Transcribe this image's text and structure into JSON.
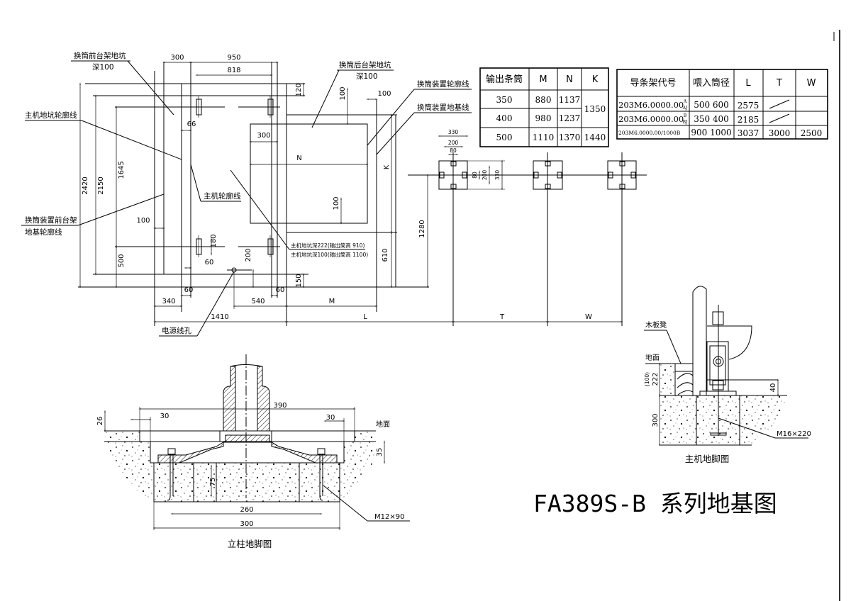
{
  "title": "FA389S-B 系列地基图",
  "plan": {
    "labels": {
      "front_pit": "换筒前台架地坑",
      "front_pit_depth": "深100",
      "rear_pit": "换筒后台架地坑",
      "rear_pit_depth": "深100",
      "changer_outline": "换筒装置轮廓线",
      "changer_foundation": "换筒装置地基线",
      "main_pit_outline": "主机地坑轮廓线",
      "main_outline": "主机轮廓线",
      "front_frame_1": "换筒装置前台架",
      "front_frame_2": "地基轮廓线",
      "pit_depth_222": "主机地坑深222(输出筒高 910)",
      "pit_depth_100": "主机地坑深100(输出筒高 1100)",
      "power_hole": "电源线孔"
    },
    "dims": {
      "d300_top": "300",
      "d950": "950",
      "d818": "818",
      "d120": "120",
      "d100_a": "100",
      "d100_b": "100",
      "d66": "66",
      "d300_inner": "300",
      "N": "N",
      "K": "K",
      "d2420": "2420",
      "d2150": "2150",
      "d1645": "1645",
      "d100_left": "100",
      "d100_low": "100",
      "d180": "180",
      "d500": "500",
      "d60_a": "60",
      "d200": "200",
      "d1280": "1280",
      "d610": "610",
      "d150": "150",
      "d60_b": "60",
      "d60_c": "60",
      "d340": "340",
      "d540": "540",
      "M": "M",
      "d1410": "1410",
      "L": "L",
      "T": "T",
      "W": "W"
    }
  },
  "pads": {
    "dims": {
      "w330": "330",
      "w200": "200",
      "w80": "80",
      "h80": "80",
      "h200": "200",
      "h330": "330"
    }
  },
  "table1": {
    "headers": [
      "输出条筒",
      "M",
      "N",
      "K"
    ],
    "rows": [
      [
        "350",
        "880",
        "1137"
      ],
      [
        "400",
        "980",
        "1237"
      ],
      [
        "500",
        "1110",
        "1370",
        "1440"
      ]
    ],
    "k_merged": "1350"
  },
  "table2": {
    "headers": [
      "导条架代号",
      "喂入筒径",
      "L",
      "T",
      "W"
    ],
    "rows": [
      {
        "code": "203M6.0000.00",
        "sup": "A",
        "sub": "AJ",
        "dia": "500  600",
        "L": "2575",
        "T": "",
        "W": ""
      },
      {
        "code": "203M6.0000.00",
        "sup": "B",
        "sub": "BJ",
        "dia": "350  400",
        "L": "2185",
        "T": "",
        "W": ""
      },
      {
        "code": "203M6.0000.00/1000B",
        "dia": "900  1000",
        "L": "3037",
        "T": "3000",
        "W": "2500"
      }
    ]
  },
  "column_detail": {
    "caption": "立柱地脚图",
    "ground": "地面",
    "bolt": "M12×90",
    "dims": {
      "d26": "26",
      "d30_l": "30",
      "d390": "390",
      "d30_r": "30",
      "d35": "35",
      "d75": "75",
      "d260": "260",
      "d300": "300"
    }
  },
  "main_detail": {
    "caption": "主机地脚图",
    "wood": "木板凳",
    "ground": "地面",
    "bolt": "M16×220",
    "dims": {
      "d100p": "(100)",
      "d222": "222",
      "d300": "300",
      "d40": "40"
    }
  }
}
